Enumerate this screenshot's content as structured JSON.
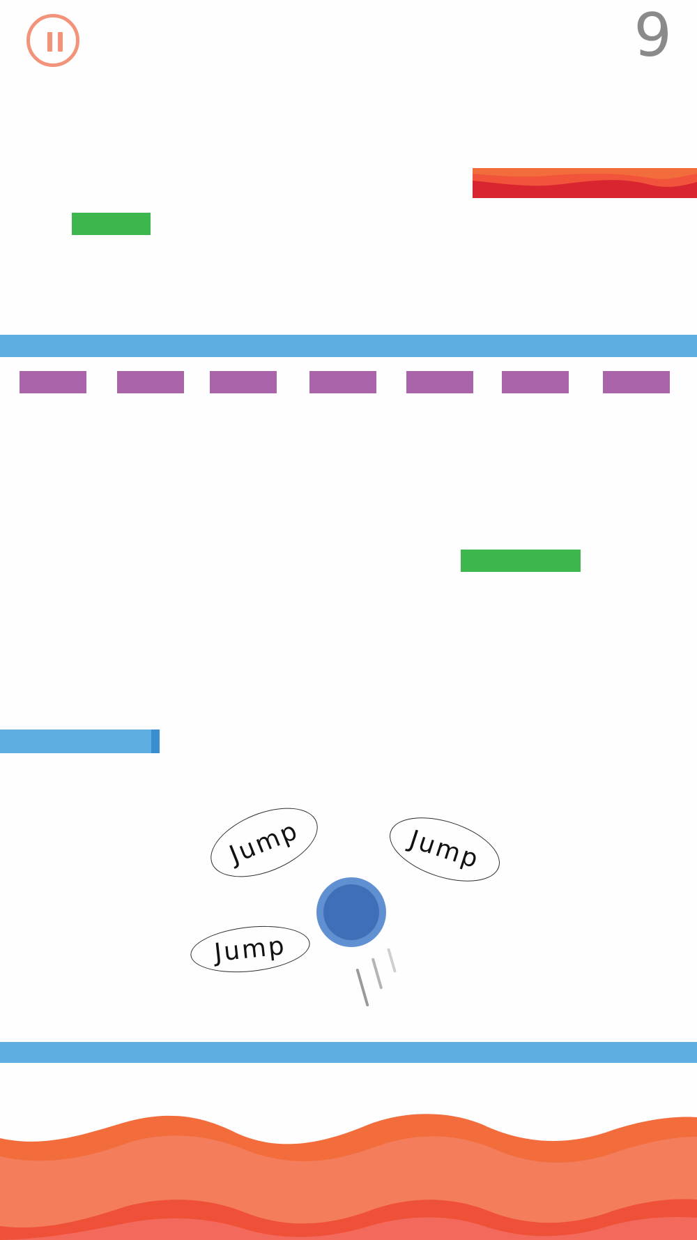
{
  "hud": {
    "score": "9",
    "pause_icon": "pause-icon"
  },
  "jump_cues": [
    {
      "label": "Jump"
    },
    {
      "label": "Jump"
    },
    {
      "label": "Jump"
    }
  ],
  "colors": {
    "background": "#fefefe",
    "rail": "#5eaee2",
    "green_platform": "#3cb64d",
    "purple_platform": "#a964aa",
    "ball_core": "#3f6fb8",
    "ball_ring": "#6190d2",
    "lava_top": "#f26c3c",
    "lava_mid": "#f47e5c",
    "lava_deep": "#ef5138",
    "lava_hot": "#d9252f",
    "pause_accent": "#f2937a",
    "score_text": "#8a8a8a"
  }
}
